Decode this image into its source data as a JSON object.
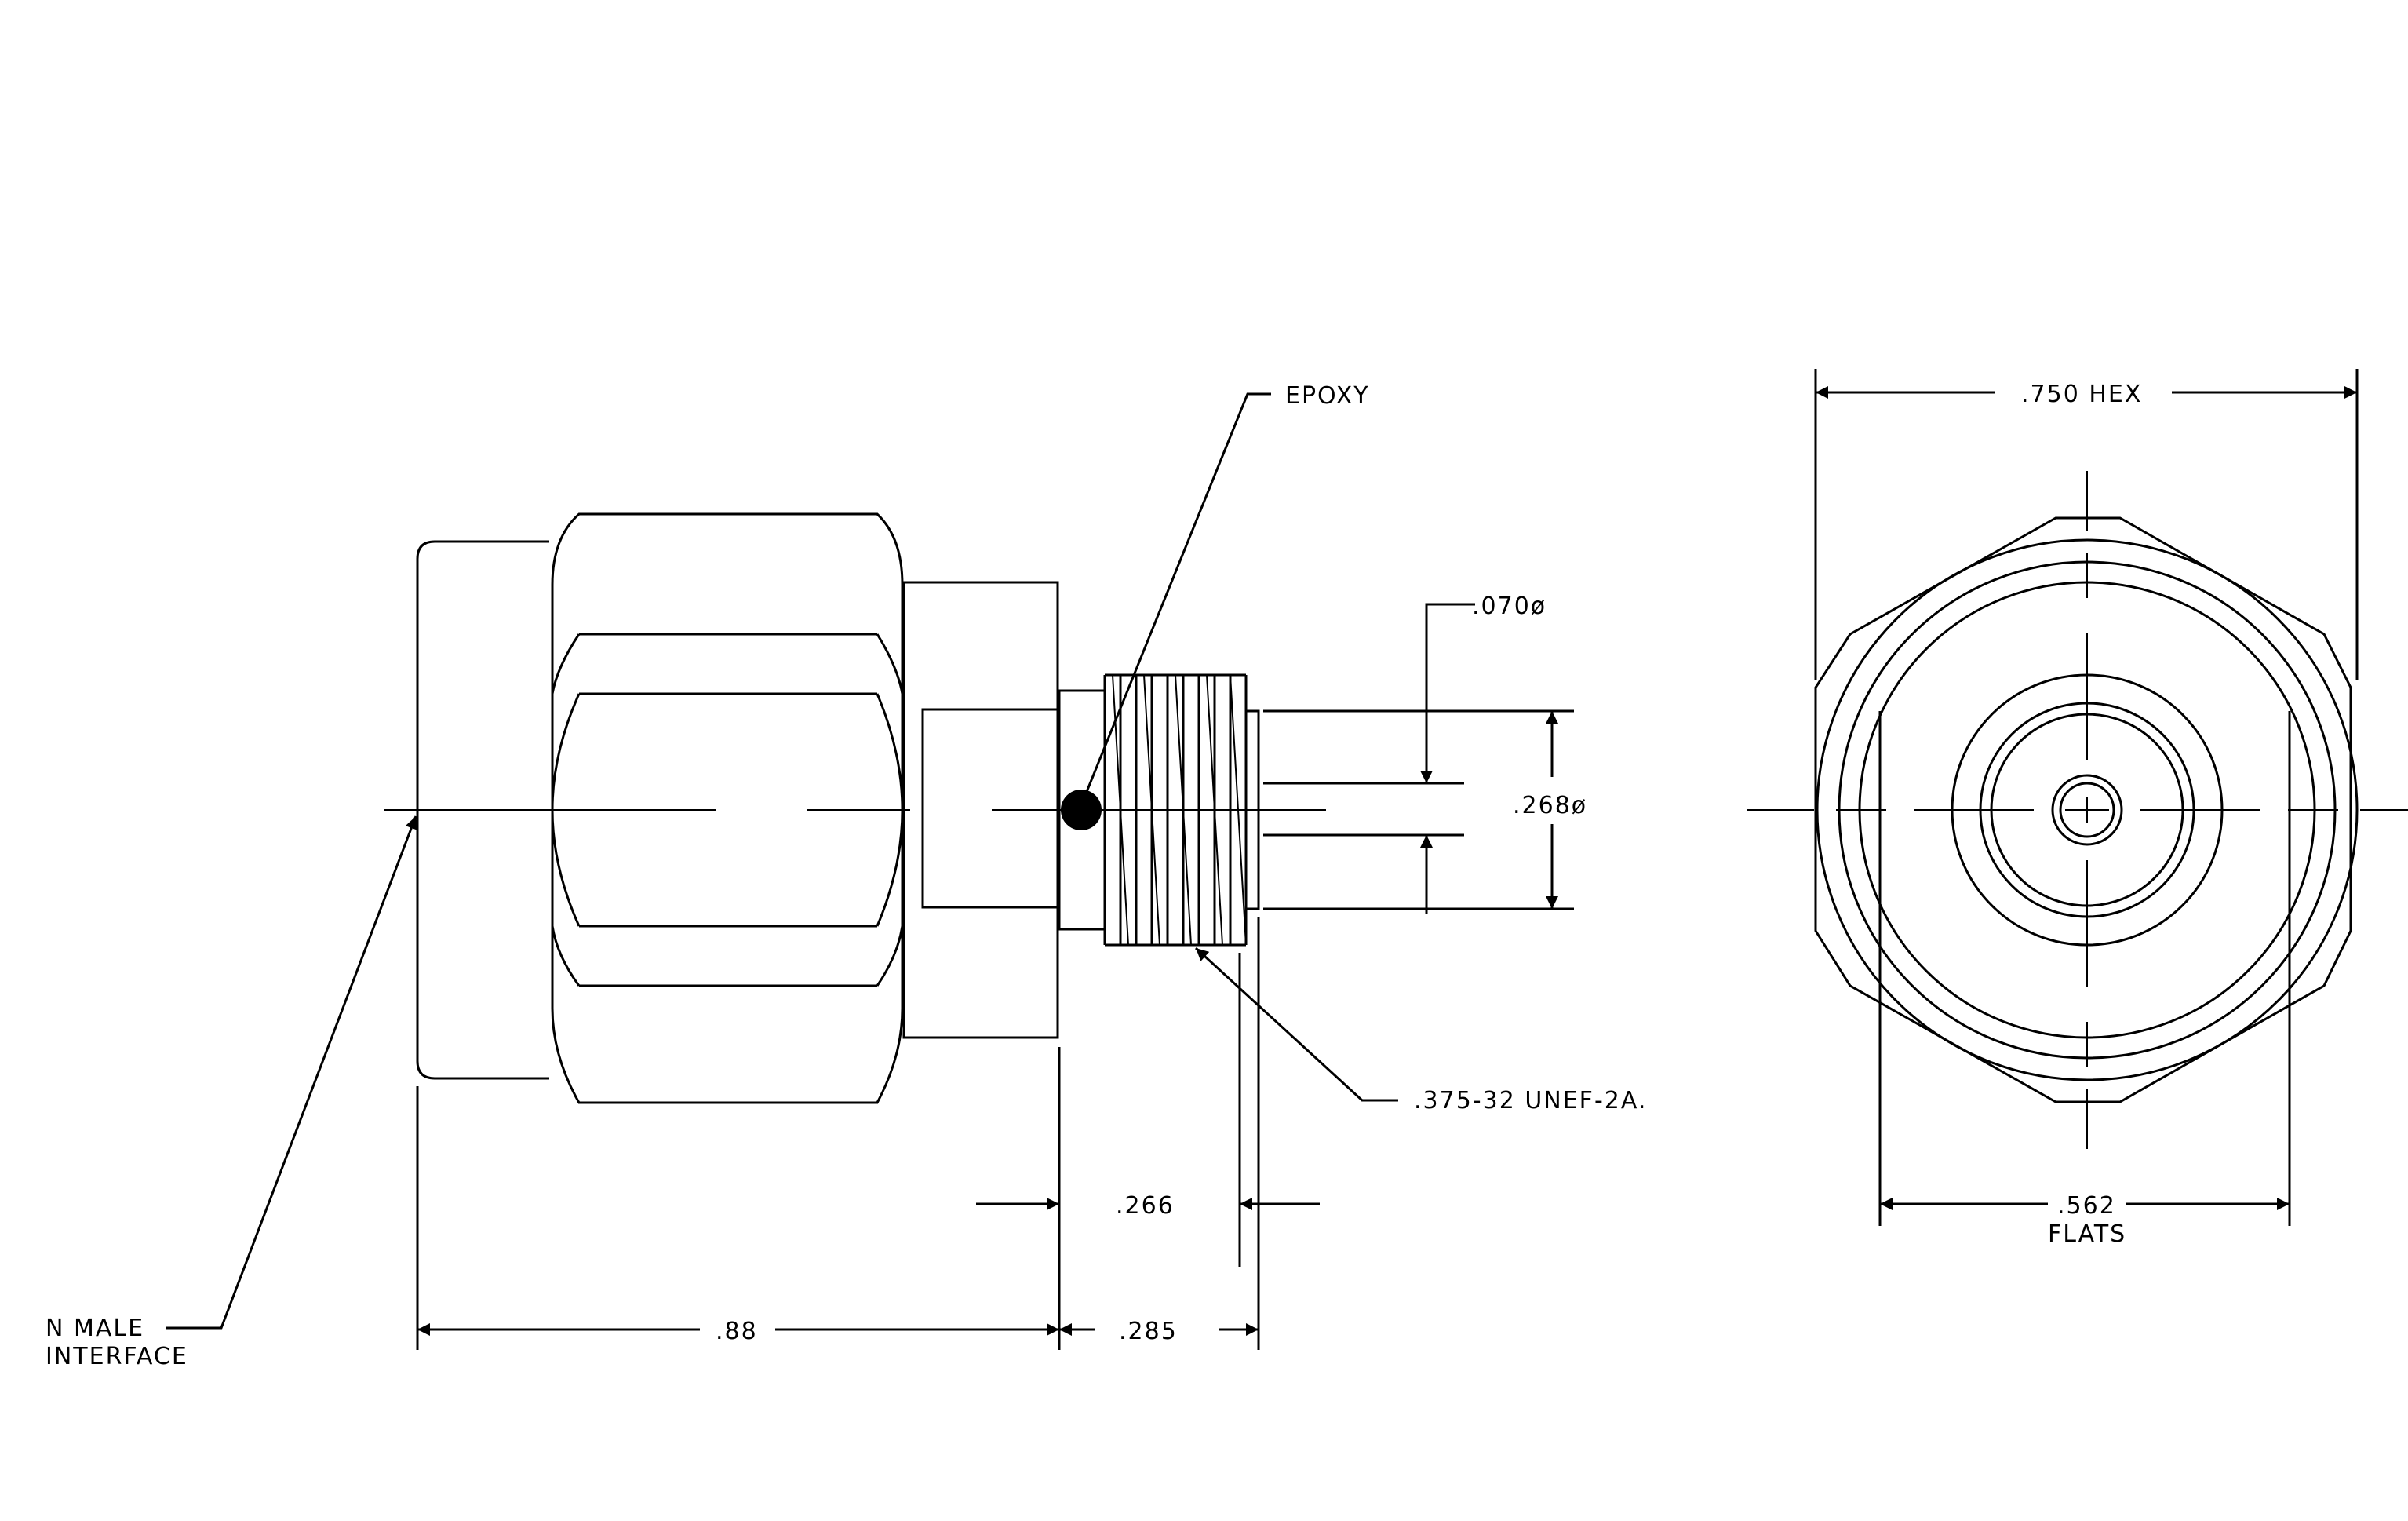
{
  "annotations": {
    "epoxy": "EPOXY",
    "pin_dia": ".070ø",
    "body_dia": ".268ø",
    "thread": ".375-32 UNEF-2A.",
    "hex": ".750 HEX",
    "flats_value": ".562",
    "flats_word": "FLATS",
    "dim_266": ".266",
    "dim_88": ".88",
    "dim_285": ".285",
    "n_male": "N MALE",
    "interface": "INTERFACE"
  },
  "colors": {
    "ink": "#000000",
    "paper": "#ffffff"
  }
}
